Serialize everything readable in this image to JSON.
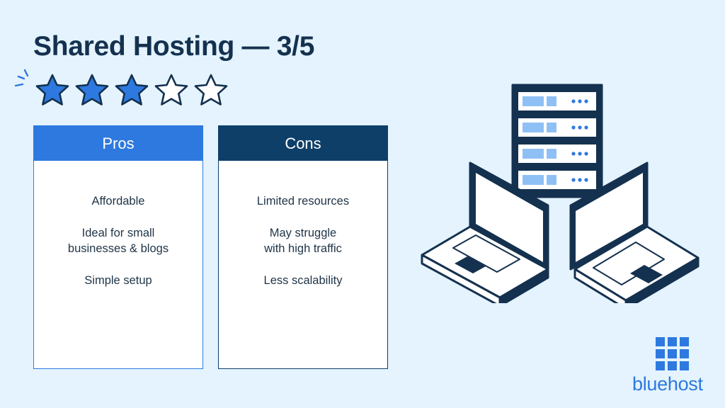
{
  "title": "Shared Hosting — 3/5",
  "rating": {
    "value": 3,
    "max": 5
  },
  "pros": {
    "heading": "Pros",
    "items": [
      "Affordable",
      "Ideal for small\nbusinesses & blogs",
      "Simple setup"
    ]
  },
  "cons": {
    "heading": "Cons",
    "items": [
      "Limited resources",
      "May struggle\nwith high traffic",
      "Less scalability"
    ]
  },
  "brand": {
    "name": "bluehost"
  },
  "colors": {
    "background": "#e4f3fd",
    "navy": "#14314f",
    "brand_blue": "#2e79df",
    "dark_blue": "#0e3f69",
    "star_fill": "#2e79df",
    "star_empty": "#ffffff"
  },
  "icons": {
    "sparkle": "sparkle-icon",
    "star": "star-icon",
    "illustration": "server-laptops-illustration",
    "logo": "bluehost-grid-logo-icon"
  }
}
